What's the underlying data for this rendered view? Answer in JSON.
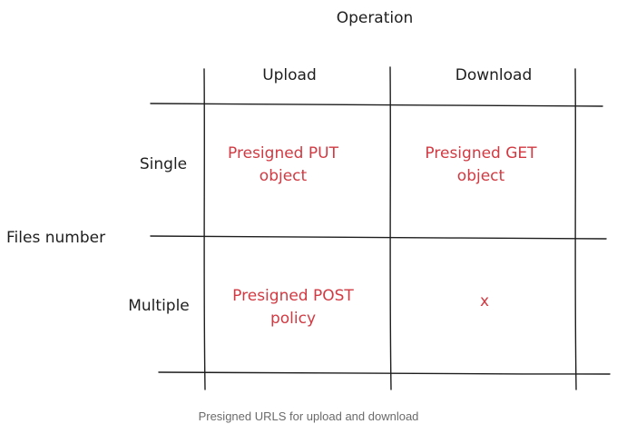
{
  "diagram": {
    "column_axis_label": "Operation",
    "row_axis_label": "Files number",
    "columns": [
      "Upload",
      "Download"
    ],
    "rows": [
      "Single",
      "Multiple"
    ],
    "cells": [
      [
        "Presigned PUT\nobject",
        "Presigned GET\nobject"
      ],
      [
        "Presigned POST\npolicy",
        "x"
      ]
    ],
    "colors": {
      "text": "#1e1e1e",
      "cell_text": "#d13a42",
      "caption": "#6b6b6b"
    }
  },
  "caption": "Presigned URLS for upload and download"
}
